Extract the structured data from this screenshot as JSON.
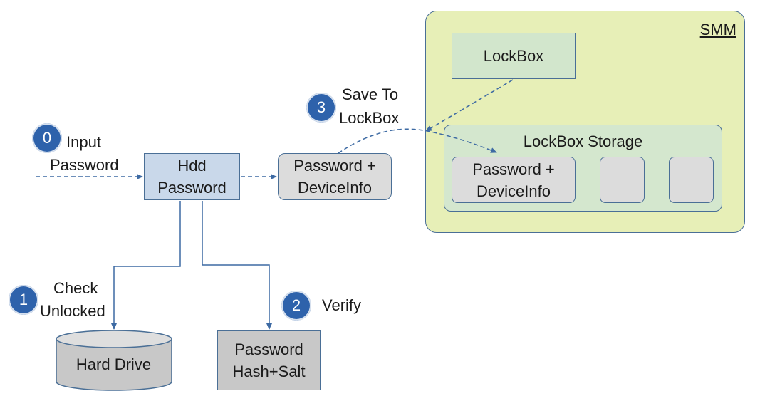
{
  "smm": {
    "title": "SMM"
  },
  "lockbox": {
    "label": "LockBox"
  },
  "storage": {
    "title": "LockBox Storage",
    "entry": {
      "line1": "Password +",
      "line2": "DeviceInfo"
    }
  },
  "hdd_password": {
    "line1": "Hdd",
    "line2": "Password"
  },
  "password_device": {
    "line1": "Password +",
    "line2": "DeviceInfo"
  },
  "hard_drive": {
    "label": "Hard Drive"
  },
  "hash": {
    "line1": "Password",
    "line2": "Hash+Salt"
  },
  "steps": [
    {
      "number": "0",
      "line1": "Input",
      "line2": "Password"
    },
    {
      "number": "1",
      "line1": "Check",
      "line2": "Unlocked"
    },
    {
      "number": "2",
      "line1": "Verify"
    },
    {
      "number": "3",
      "line1": "Save To",
      "line2": "LockBox"
    }
  ],
  "colors": {
    "accent": "#2e62ab",
    "line": "#3d6aa3",
    "smm_fill": "#e7efb7",
    "storage_fill": "#d4e7ce",
    "hdd_fill": "#c9d8ea",
    "gray_fill": "#dcdcdc"
  }
}
